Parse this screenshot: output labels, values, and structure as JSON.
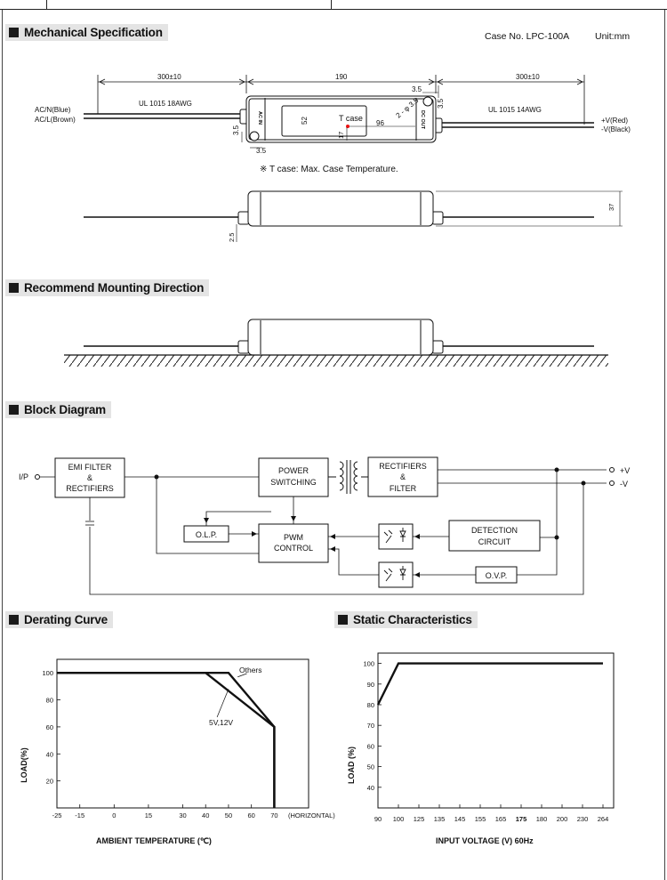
{
  "sections": {
    "mechanical": "Mechanical Specification",
    "mounting": "Recommend Mounting Direction",
    "block": "Block Diagram",
    "derating": "Derating Curve",
    "static": "Static Characteristics"
  },
  "mechanical": {
    "case_no": "Case No. LPC-100A",
    "unit": "Unit:mm",
    "dim_left_wire": "300±10",
    "dim_body": "190",
    "dim_right_wire": "300±10",
    "dim_3_5_a": "3.5",
    "dim_3_5_b": "3.5",
    "dim_3_5_c": "3.5",
    "dim_3_5_d": "3.5",
    "dim_52": "52",
    "dim_96": "96",
    "dim_17": "17",
    "dim_hole": "2 - φ 3.5",
    "dim_37": "37",
    "dim_2_5": "2.5",
    "wire_in": "UL 1015 18AWG",
    "wire_out": "UL 1015 14AWG",
    "ac_n": "AC/N(Blue)",
    "ac_l": "AC/L(Brown)",
    "v_pos": "+V(Red)",
    "v_neg": "-V(Black)",
    "tcase": "T case",
    "tcase_note": "※ T case: Max. Case Temperature.",
    "ac_in": "AC IN",
    "dc_out": "DC OUT"
  },
  "block": {
    "ip": "I/P",
    "emi_1": "EMI FILTER",
    "emi_2": "&",
    "emi_3": "RECTIFIERS",
    "psw_1": "POWER",
    "psw_2": "SWITCHING",
    "rect_1": "RECTIFIERS",
    "rect_2": "&",
    "rect_3": "FILTER",
    "olp": "O.L.P.",
    "pwm_1": "PWM",
    "pwm_2": "CONTROL",
    "det_1": "DETECTION",
    "det_2": "CIRCUIT",
    "ovp": "O.V.P.",
    "vplus": "+V",
    "vminus": "-V"
  },
  "chart_data": [
    {
      "type": "line",
      "title": "Derating Curve",
      "xlabel": "AMBIENT TEMPERATURE (℃)",
      "ylabel": "LOAD(%)",
      "x_suffix": "(HORIZONTAL)",
      "xticks": [
        "-25",
        "-15",
        "0",
        "15",
        "30",
        "40",
        "50",
        "60",
        "70"
      ],
      "yticks": [
        "20",
        "40",
        "60",
        "80",
        "100"
      ],
      "xlim": [
        -25,
        85
      ],
      "ylim": [
        0,
        110
      ],
      "series": [
        {
          "name": "Others",
          "x": [
            -25,
            50,
            70,
            70
          ],
          "y": [
            100,
            100,
            60,
            0
          ]
        },
        {
          "name": "5V,12V",
          "x": [
            -25,
            40,
            70,
            70
          ],
          "y": [
            100,
            100,
            60,
            0
          ]
        }
      ]
    },
    {
      "type": "line",
      "title": "Static Characteristics",
      "xlabel": "INPUT VOLTAGE (V) 60Hz",
      "ylabel": "LOAD (%)",
      "xticks": [
        "90",
        "100",
        "125",
        "135",
        "145",
        "155",
        "165",
        "175",
        "180",
        "200",
        "230",
        "264"
      ],
      "bold_xticks": [
        "175"
      ],
      "yticks": [
        "40",
        "50",
        "60",
        "70",
        "80",
        "90",
        "100"
      ],
      "ylim": [
        30,
        105
      ],
      "series": [
        {
          "x": [
            "90",
            "100",
            "264"
          ],
          "y": [
            80,
            100,
            100
          ]
        }
      ]
    }
  ]
}
